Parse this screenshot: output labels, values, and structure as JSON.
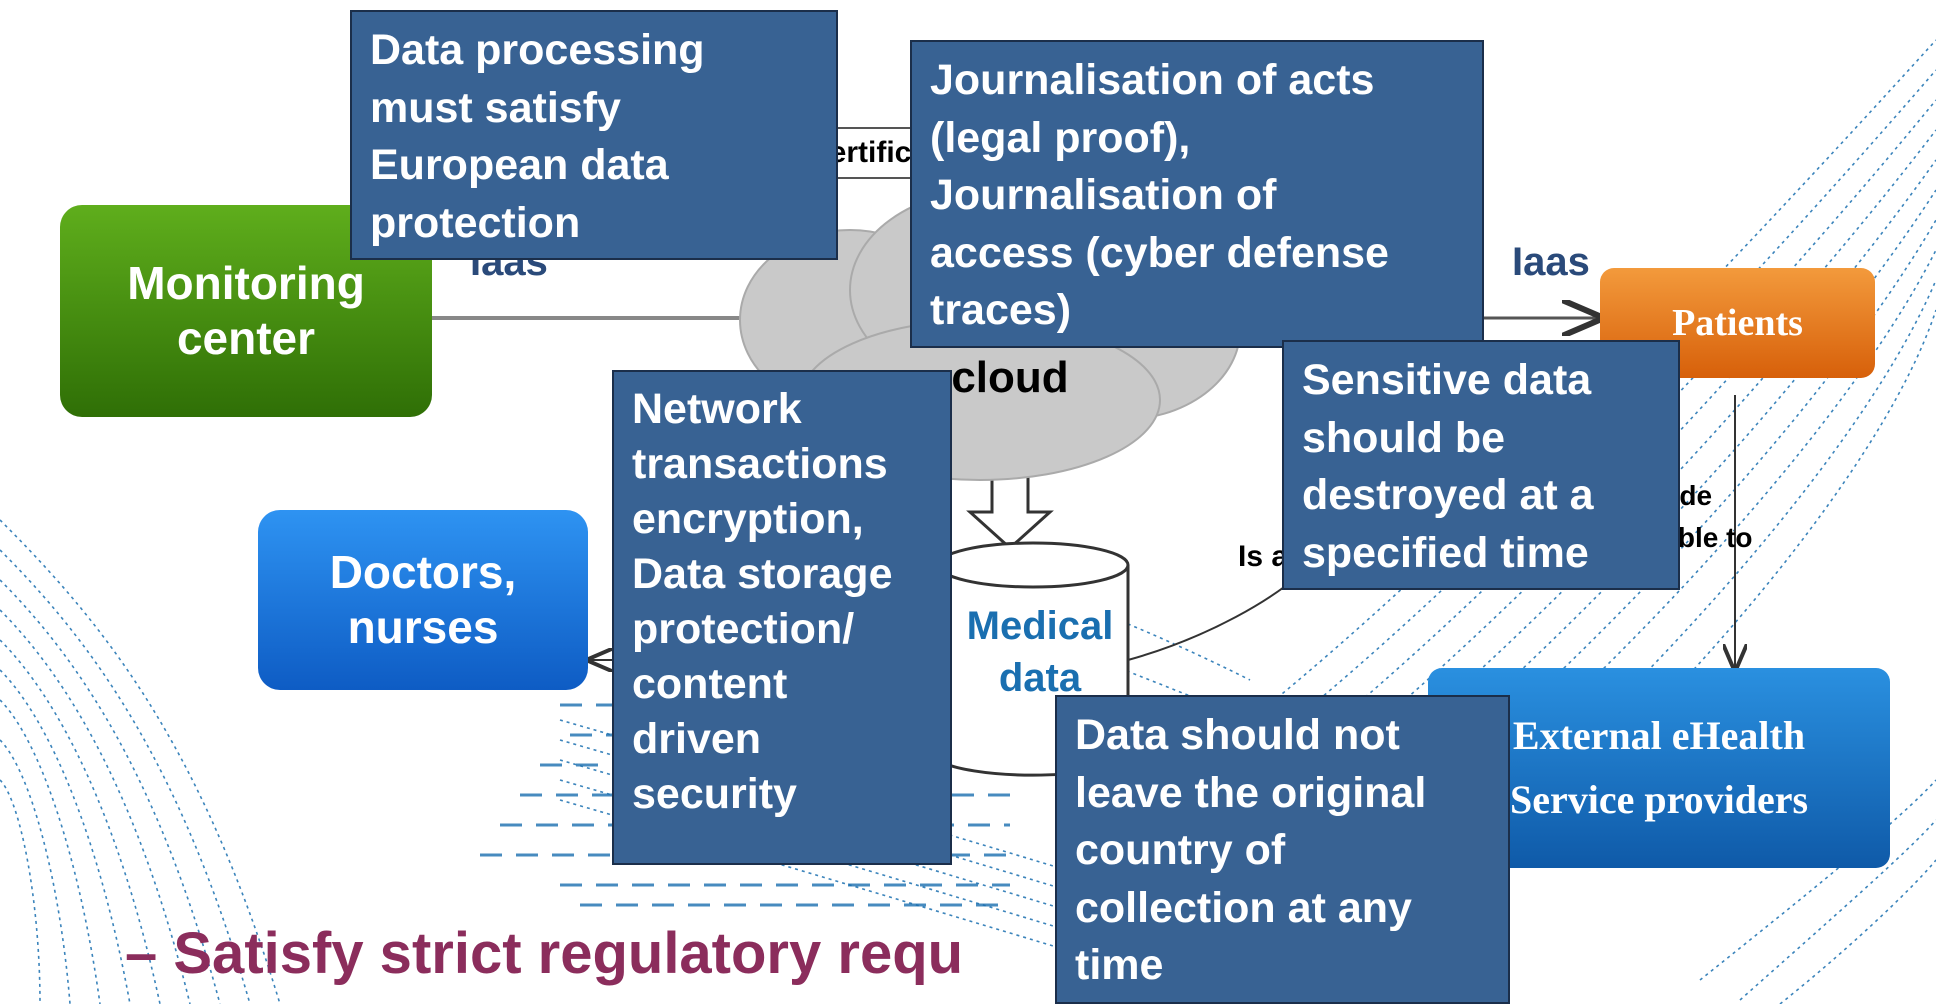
{
  "nodes": {
    "monitoring": "Monitoring\ncenter",
    "doctors": "Doctors,\nnurses",
    "patients": "Patients",
    "external": "External eHealth\nService providers",
    "cloud": "Health\nPrivate\ncloud",
    "medical": "Medical\ndata"
  },
  "edge_labels": {
    "certificates": "Certificates",
    "iaas_left": "Iaas",
    "iaas_right": "Iaas",
    "is_a": "Is a",
    "available": "Made\navailable to"
  },
  "notes": {
    "data_processing": [
      "Data processing",
      "must satisfy",
      "European data",
      "protection"
    ],
    "journalisation": [
      "Journalisation of acts",
      "(legal proof),",
      "Journalisation of",
      "access (cyber defense",
      "traces)"
    ],
    "network": [
      "Network",
      "transactions",
      "encryption,",
      "Data storage",
      "protection/",
      "content",
      "driven",
      "security"
    ],
    "sensitive": [
      "Sensitive data",
      "should be",
      "destroyed at a",
      "specified time"
    ],
    "data_country": [
      "Data should not",
      "leave the original",
      "country of",
      "collection at any",
      "time"
    ]
  },
  "bullet": "– Satisfy strict regulatory requ",
  "colors": {
    "note_fill": "#386293",
    "monitoring": "#3f8a0c",
    "doctors": "#1877e6",
    "patients": "#e87812",
    "external": "#1673c6",
    "bullet_text": "#8b2d5c",
    "wave": "#1a6fb0"
  }
}
